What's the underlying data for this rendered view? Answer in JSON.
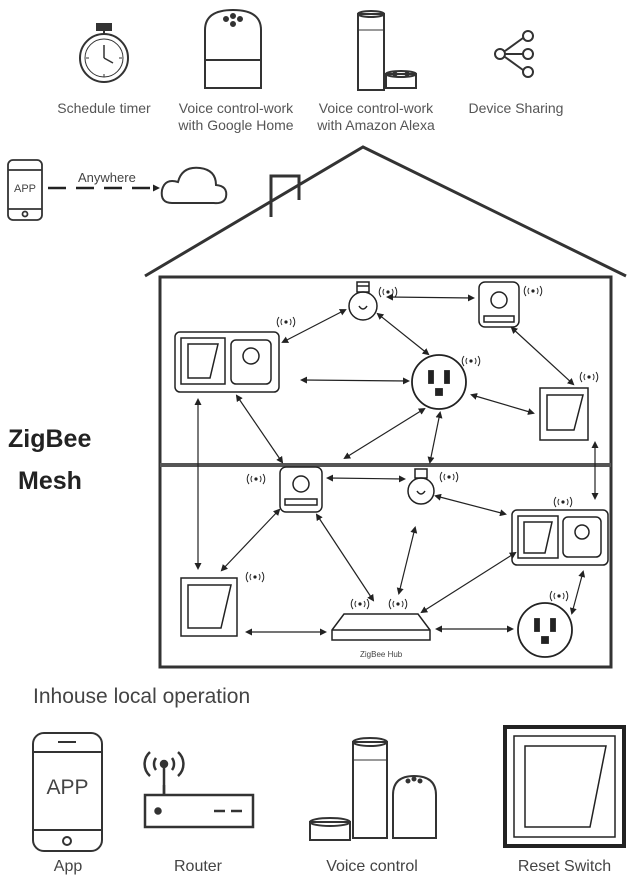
{
  "features": [
    {
      "label": "Schedule timer",
      "icon": "stopwatch-icon"
    },
    {
      "label1": "Voice control-work",
      "label2": "with Google Home",
      "icon": "google-home-speaker-icon"
    },
    {
      "label1": "Voice control-work",
      "label2": "with Amazon Alexa",
      "icon": "amazon-echo-speaker-icon"
    },
    {
      "label": "Device Sharing",
      "icon": "share-icon"
    }
  ],
  "remote": {
    "phone_text": "APP",
    "arrow_text": "Anywhere",
    "cloud_icon": "cloud-icon"
  },
  "mesh": {
    "line1": "ZigBee",
    "line2": "Mesh"
  },
  "hub_label": "ZigBee Hub",
  "local": {
    "title": "Inhouse local operation",
    "items": [
      {
        "label": "App",
        "screen_text": "APP"
      },
      {
        "label": "Router"
      },
      {
        "label": "Voice control"
      },
      {
        "label": "Reset Switch"
      }
    ]
  },
  "colors": {
    "line": "#222222",
    "floor": "#555555",
    "icon": "#333333"
  }
}
